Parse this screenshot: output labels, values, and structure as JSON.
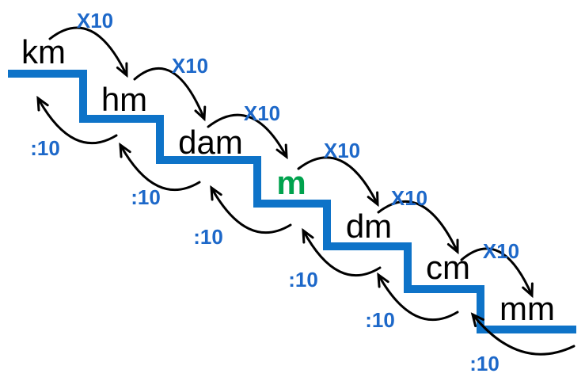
{
  "diagram": {
    "kind": "metric-length-unit-conversion-staircase",
    "colors": {
      "stair": "#0E73C8",
      "conversion_text": "#1D68C9",
      "arrow": "#000000",
      "unit_text": "#000000",
      "highlight_unit_text": "#00A24D",
      "background": "#FFFFFF"
    },
    "units": [
      {
        "label": "km",
        "highlight": false
      },
      {
        "label": "hm",
        "highlight": false
      },
      {
        "label": "dam",
        "highlight": false
      },
      {
        "label": "m",
        "highlight": true
      },
      {
        "label": "dm",
        "highlight": false
      },
      {
        "label": "cm",
        "highlight": false
      },
      {
        "label": "mm",
        "highlight": false
      }
    ],
    "multiply_steps": [
      {
        "from": "km",
        "to": "hm",
        "label": "X10"
      },
      {
        "from": "hm",
        "to": "dam",
        "label": "X10"
      },
      {
        "from": "dam",
        "to": "m",
        "label": "X10"
      },
      {
        "from": "m",
        "to": "dm",
        "label": "X10"
      },
      {
        "from": "dm",
        "to": "cm",
        "label": "X10"
      },
      {
        "from": "cm",
        "to": "mm",
        "label": "X10"
      }
    ],
    "divide_steps": [
      {
        "from": "hm",
        "to": "km",
        "label": ":10"
      },
      {
        "from": "dam",
        "to": "hm",
        "label": ":10"
      },
      {
        "from": "m",
        "to": "dam",
        "label": ":10"
      },
      {
        "from": "dm",
        "to": "m",
        "label": ":10"
      },
      {
        "from": "cm",
        "to": "dm",
        "label": ":10"
      },
      {
        "from": "mm",
        "to": "cm",
        "label": ":10"
      }
    ]
  }
}
